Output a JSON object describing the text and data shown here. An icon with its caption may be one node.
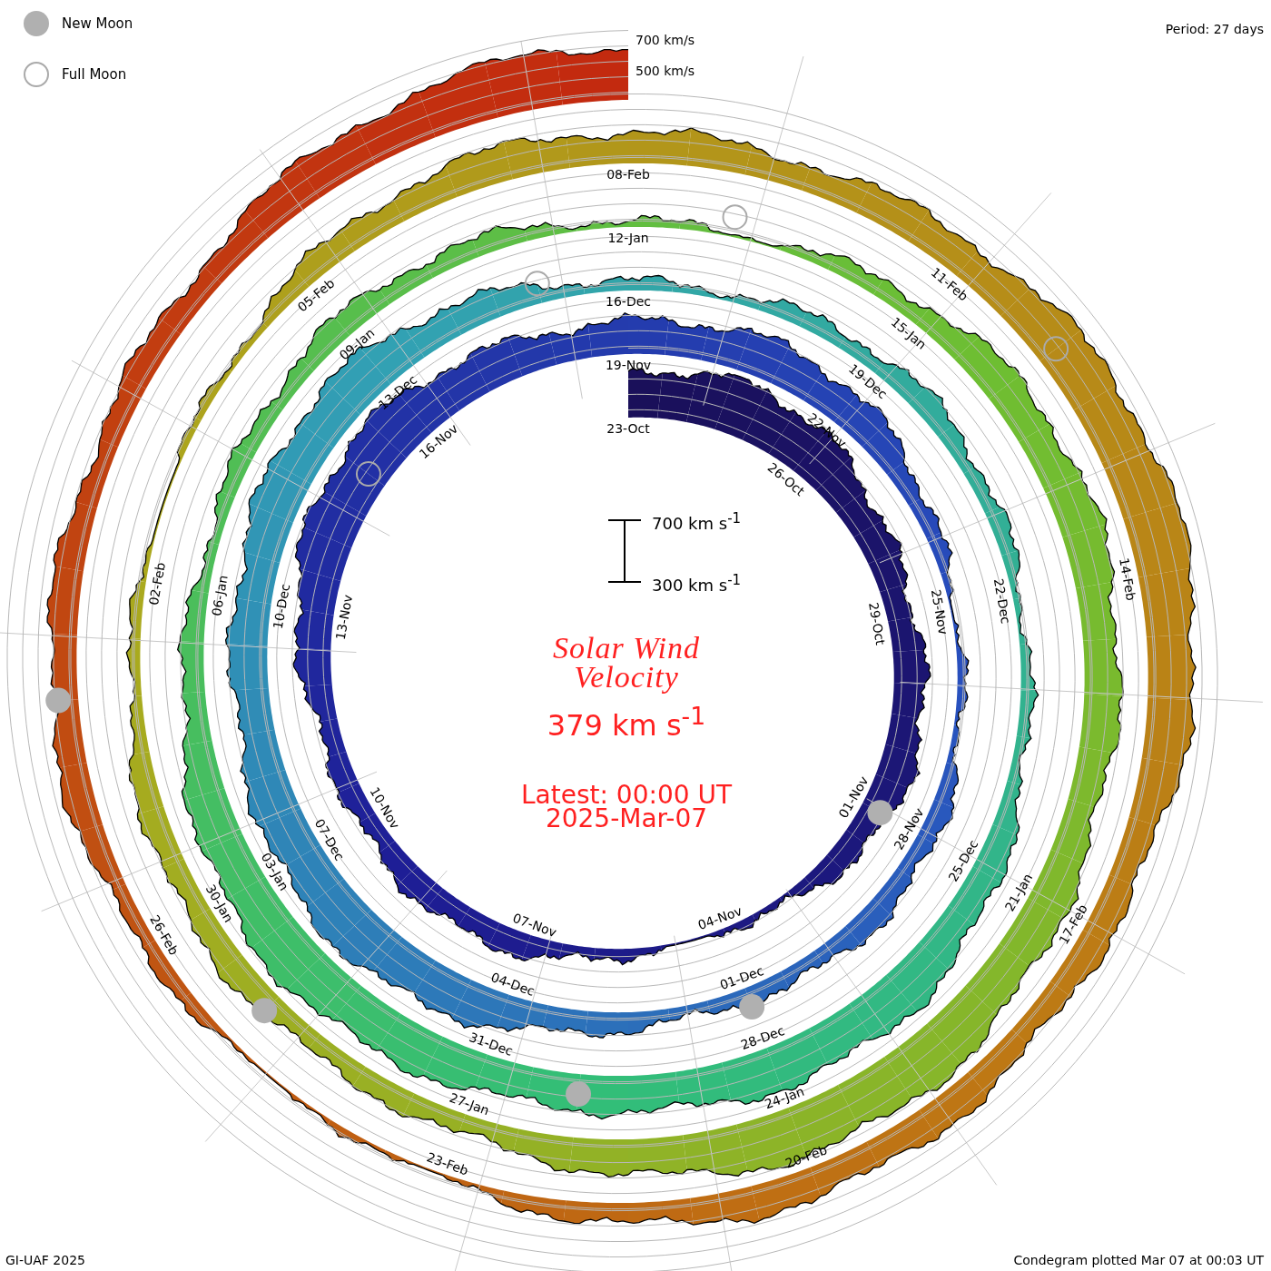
{
  "diagram": {
    "title": "Solar Wind Velocity",
    "labels": [
      "23-Oct",
      "26-Oct",
      "29-Oct",
      "01-Nov",
      "04-Nov",
      "07-Nov",
      "10-Nov",
      "13-Nov",
      "16-Nov",
      "19-Nov",
      "22-Nov",
      "25-Nov",
      "28-Nov",
      "01-Dec",
      "04-Dec",
      "07-Dec",
      "10-Dec",
      "13-Dec",
      "16-Dec",
      "19-Dec",
      "22-Dec",
      "25-Dec",
      "28-Dec",
      "31-Dec",
      "03-Jan",
      "06-Jan",
      "09-Jan",
      "12-Jan",
      "15-Jan",
      "21-Jan",
      "24-Jan",
      "27-Jan",
      "30-Jan",
      "02-Feb",
      "05-Feb",
      "08-Feb",
      "11-Feb",
      "14-Feb",
      "17-Feb",
      "20-Feb",
      "23-Feb",
      "26-Feb",
      "700 km/s",
      "500 km/s",
      "Period: 27 days",
      "700 km s$^{-1}$",
      "300 km s$^{-1}$",
      "379 km s$^{-1}$",
      "Latest: 00:00 UT",
      "2025-Mar-07",
      "GI-UAF 2025",
      "Condegram plotted Mar 07 at 00:03 UT"
    ],
    "legend": [
      {
        "text": "New Moon",
        "color": "#b0b0b0"
      },
      {
        "text": "Full Moon"
      }
    ]
  }
}
